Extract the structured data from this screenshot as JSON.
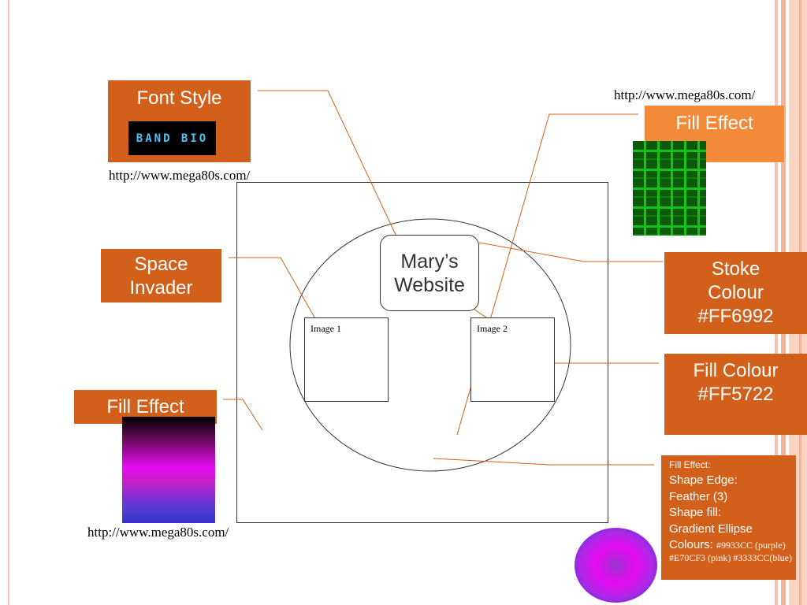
{
  "slide": {
    "font_style_label": "Font Style",
    "font_sample_text": "BAND BIO",
    "space_invader_label": "Space\nInvader",
    "fill_effect_left_label": "Fill Effect",
    "fill_effect_right_label": "Fill Effect",
    "stroke_colour_label": "Stoke Colour #FF6992",
    "fill_colour_label": "Fill Colour #FF5722",
    "url_top_left": "http://www.mega80s.com/",
    "url_top_right": "http://www.mega80s.com/",
    "url_bottom_left": "http://www.mega80s.com/",
    "website_title": "Mary’s Website",
    "image1_label": "Image 1",
    "image2_label": "Image 2",
    "fill_note": {
      "heading": "Fill Effect:",
      "line1": "Shape Edge:",
      "line2": "Feather (3)",
      "line3": "Shape fill:",
      "line4": "Gradient Ellipse",
      "line5_prefix": "Colours: ",
      "line5_values": "#9933CC (purple) #E70CF3 (pink) #3333CC(blue)"
    }
  },
  "colors": {
    "orange": "#D2601A",
    "orange_light": "#F28A3A",
    "stroke": "#FF6992",
    "fill": "#FF5722",
    "purple": "#9933CC",
    "pink": "#E70CF3",
    "blue": "#3333CC"
  }
}
